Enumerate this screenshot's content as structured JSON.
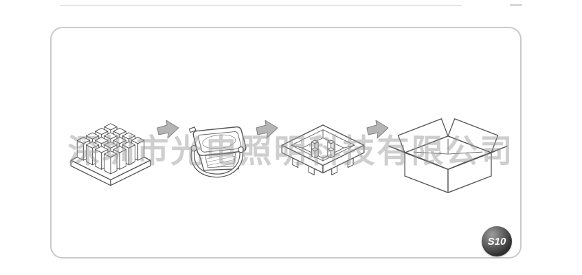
{
  "diagram": {
    "watermark": "深圳市光电照明科技有限公司",
    "steps": [
      {
        "name": "foam-insert"
      },
      {
        "name": "led-floodlight"
      },
      {
        "name": "packing-tray"
      },
      {
        "name": "carton-box"
      }
    ]
  },
  "badge": {
    "text": "S10"
  },
  "icons": {
    "arrow": "arrow-right-icon"
  },
  "colors": {
    "line": "#555555",
    "frame_border": "#c9c9c9",
    "arrow_fill": "#b5b5b5",
    "arrow_stroke": "#808080",
    "watermark": "#989898"
  }
}
